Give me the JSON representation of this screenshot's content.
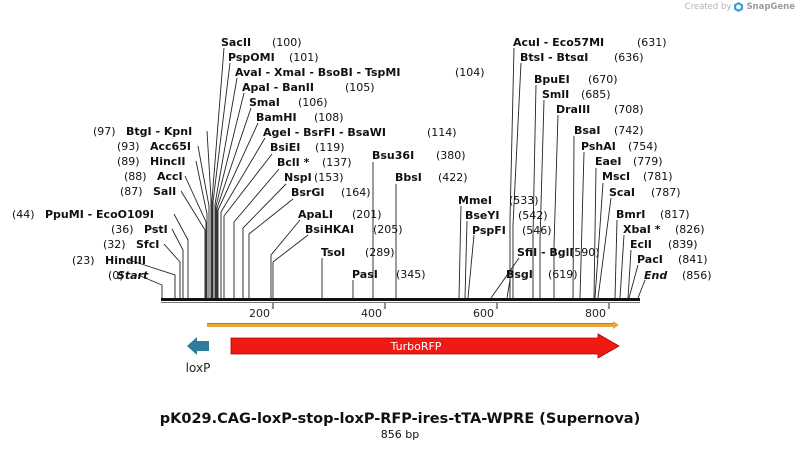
{
  "credit": {
    "prefix": "Created by",
    "brand": "SnapGene"
  },
  "title": "pK029.CAG-loxP-stop-loxP-RFP-ires-tTA-WPRE (Supernova)",
  "subtitle": "856 bp",
  "ruler": {
    "ticks": [
      "200",
      "400",
      "600",
      "800"
    ]
  },
  "features": {
    "loxp_label": "loxP",
    "turborfp_label": "TurboRFP"
  },
  "sites_left": [
    {
      "name": "Start",
      "pos": "(0)"
    },
    {
      "name": "HindIII",
      "pos": "(23)"
    },
    {
      "name": "SfcI",
      "pos": "(32)"
    },
    {
      "name": "PstI",
      "pos": "(36)"
    },
    {
      "name": "PpuMI  -  EcoO109I",
      "pos": "(44)"
    },
    {
      "name": "SalI",
      "pos": "(87)"
    },
    {
      "name": "AccI",
      "pos": "(88)"
    },
    {
      "name": "HincII",
      "pos": "(89)"
    },
    {
      "name": "Acc65I",
      "pos": "(93)"
    },
    {
      "name": "BtgI  -  KpnI",
      "pos": "(97)"
    }
  ],
  "sites_upper": [
    {
      "name": "SacII",
      "pos": "(100)"
    },
    {
      "name": "PspOMI",
      "pos": "(101)"
    },
    {
      "name": "AvaI  -  XmaI  -  BsoBI  -  TspMI",
      "pos": "(104)"
    },
    {
      "name": "ApaI  -  BanII",
      "pos": "(105)"
    },
    {
      "name": "SmaI",
      "pos": "(106)"
    },
    {
      "name": "BamHI",
      "pos": "(108)"
    },
    {
      "name": "AgeI  -  BsrFI  -  BsaWI",
      "pos": "(114)"
    },
    {
      "name": "BsiEI",
      "pos": "(119)"
    },
    {
      "name": "BclI *",
      "pos": "(137)"
    },
    {
      "name": "NspI",
      "pos": "(153)"
    },
    {
      "name": "BsrGI",
      "pos": "(164)"
    },
    {
      "name": "ApaLI",
      "pos": "(201)"
    },
    {
      "name": "BsiHKAI",
      "pos": "(205)"
    },
    {
      "name": "TsoI",
      "pos": "(289)"
    },
    {
      "name": "Bsu36I",
      "pos": "(380)"
    },
    {
      "name": "PasI",
      "pos": "(345)"
    },
    {
      "name": "BbsI",
      "pos": "(422)"
    }
  ],
  "sites_right_middle": [
    {
      "name": "AcuI  -  Eco57MI",
      "pos": "(631)"
    },
    {
      "name": "BtsI  -  BtsαI",
      "pos": "(636)"
    },
    {
      "name": "BpuEI",
      "pos": "(670)"
    },
    {
      "name": "SmlI",
      "pos": "(685)"
    },
    {
      "name": "DraIII",
      "pos": "(708)"
    },
    {
      "name": "MmeI",
      "pos": "(533)"
    },
    {
      "name": "BseYI",
      "pos": "(542)"
    },
    {
      "name": "PspFI",
      "pos": "(546)"
    },
    {
      "name": "SfiI  -  BglI",
      "pos": "(590)"
    },
    {
      "name": "BsgI",
      "pos": "(619)"
    }
  ],
  "sites_right": [
    {
      "name": "BsaI",
      "pos": "(742)"
    },
    {
      "name": "PshAI",
      "pos": "(754)"
    },
    {
      "name": "EaeI",
      "pos": "(779)"
    },
    {
      "name": "MscI",
      "pos": "(781)"
    },
    {
      "name": "ScaI",
      "pos": "(787)"
    },
    {
      "name": "BmrI",
      "pos": "(817)"
    },
    {
      "name": "XbaI *",
      "pos": "(826)"
    },
    {
      "name": "EclI",
      "pos": "(839)"
    },
    {
      "name": "PacI",
      "pos": "(841)"
    },
    {
      "name": "End",
      "pos": "(856)"
    }
  ]
}
